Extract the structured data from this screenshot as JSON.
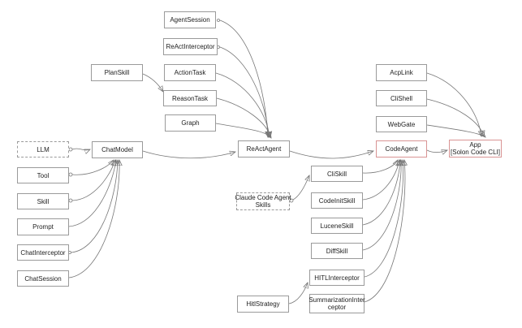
{
  "diagram": {
    "nodes": {
      "agent_session": {
        "label": "AgentSession"
      },
      "react_interceptor": {
        "label": "ReActInterceptor"
      },
      "action_task": {
        "label": "ActionTask"
      },
      "reason_task": {
        "label": "ReasonTask"
      },
      "graph": {
        "label": "Graph"
      },
      "plan_skill": {
        "label": "PlanSkill"
      },
      "llm": {
        "label": "LLM"
      },
      "chat_model": {
        "label": "ChatModel"
      },
      "tool": {
        "label": "Tool"
      },
      "skill": {
        "label": "Skill"
      },
      "prompt": {
        "label": "Prompt"
      },
      "chat_interceptor": {
        "label": "ChatInterceptor"
      },
      "chat_session": {
        "label": "ChatSession"
      },
      "react_agent": {
        "label": "ReActAgent"
      },
      "claude_skills": {
        "line1": "Claude Code Agent",
        "line2": "Skills"
      },
      "cli_skill": {
        "label": "CliSkill"
      },
      "code_init_skill": {
        "label": "CodeInitSkill"
      },
      "lucene_skill": {
        "label": "LuceneSkill"
      },
      "diff_skill": {
        "label": "DiffSkill"
      },
      "hitl_interceptor": {
        "label": "HITLInterceptor"
      },
      "summarization_interceptor": {
        "line1": "SummarizationInter",
        "line2": "ceptor"
      },
      "hitl_strategy": {
        "label": "HitlStrategy"
      },
      "acp_link": {
        "label": "AcpLink"
      },
      "cli_shell": {
        "label": "CliShell"
      },
      "web_gate": {
        "label": "WebGate"
      },
      "code_agent": {
        "label": "CodeAgent"
      },
      "app": {
        "line1": "App",
        "line2": "[Solon Code CLI]"
      }
    },
    "edges": [
      {
        "from": "AgentSession",
        "to": "ReActAgent"
      },
      {
        "from": "ReActInterceptor",
        "to": "ReActAgent"
      },
      {
        "from": "ActionTask",
        "to": "ReActAgent"
      },
      {
        "from": "ReasonTask",
        "to": "ReActAgent"
      },
      {
        "from": "Graph",
        "to": "ReActAgent"
      },
      {
        "from": "PlanSkill",
        "to": "ReasonTask"
      },
      {
        "from": "LLM",
        "to": "ChatModel"
      },
      {
        "from": "Tool",
        "to": "ChatModel"
      },
      {
        "from": "Skill",
        "to": "ChatModel"
      },
      {
        "from": "Prompt",
        "to": "ChatModel"
      },
      {
        "from": "ChatInterceptor",
        "to": "ChatModel"
      },
      {
        "from": "ChatSession",
        "to": "ChatModel"
      },
      {
        "from": "ChatModel",
        "to": "ReActAgent"
      },
      {
        "from": "ReActAgent",
        "to": "CodeAgent"
      },
      {
        "from": "CliSkill",
        "to": "CodeAgent"
      },
      {
        "from": "CodeInitSkill",
        "to": "CodeAgent"
      },
      {
        "from": "LuceneSkill",
        "to": "CodeAgent"
      },
      {
        "from": "DiffSkill",
        "to": "CodeAgent"
      },
      {
        "from": "HITLInterceptor",
        "to": "CodeAgent"
      },
      {
        "from": "SummarizationInterceptor",
        "to": "CodeAgent"
      },
      {
        "from": "Claude Code Agent Skills",
        "to": "CliSkill"
      },
      {
        "from": "HitlStrategy",
        "to": "HITLInterceptor"
      },
      {
        "from": "AcpLink",
        "to": "App [Solon Code CLI]"
      },
      {
        "from": "CliShell",
        "to": "App [Solon Code CLI]"
      },
      {
        "from": "WebGate",
        "to": "App [Solon Code CLI]"
      },
      {
        "from": "CodeAgent",
        "to": "App [Solon Code CLI]"
      }
    ],
    "colors": {
      "background": "#ffffff",
      "box_border": "#9a9a9a",
      "accent_border": "#d99494",
      "line": "#777777",
      "text": "#222222"
    }
  }
}
